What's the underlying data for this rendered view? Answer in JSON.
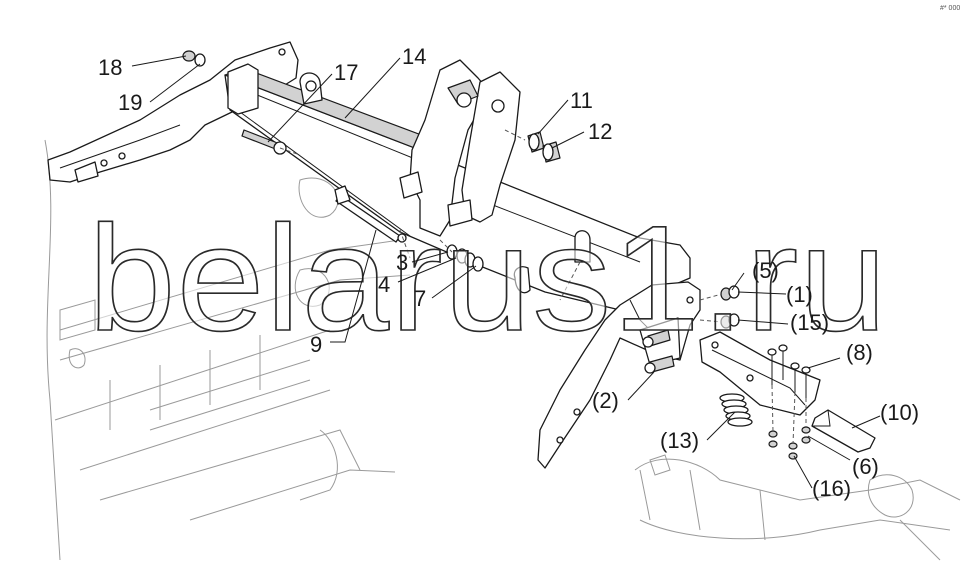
{
  "diagram": {
    "corner_code": "#* 000",
    "watermark": "belarus1.ru",
    "callouts": [
      {
        "id": "18",
        "text": "18"
      },
      {
        "id": "19",
        "text": "19"
      },
      {
        "id": "17",
        "text": "17"
      },
      {
        "id": "14",
        "text": "14"
      },
      {
        "id": "11",
        "text": "11"
      },
      {
        "id": "12",
        "text": "12"
      },
      {
        "id": "3",
        "text": "3"
      },
      {
        "id": "4",
        "text": "4"
      },
      {
        "id": "7",
        "text": "7"
      },
      {
        "id": "9",
        "text": "9"
      },
      {
        "id": "5p",
        "text": "(5)"
      },
      {
        "id": "1p",
        "text": "(1)"
      },
      {
        "id": "15p",
        "text": "(15)"
      },
      {
        "id": "8p",
        "text": "(8)"
      },
      {
        "id": "2p",
        "text": "(2)"
      },
      {
        "id": "13p",
        "text": "(13)"
      },
      {
        "id": "10p",
        "text": "(10)"
      },
      {
        "id": "6p",
        "text": "(6)"
      },
      {
        "id": "16p",
        "text": "(16)"
      }
    ]
  }
}
